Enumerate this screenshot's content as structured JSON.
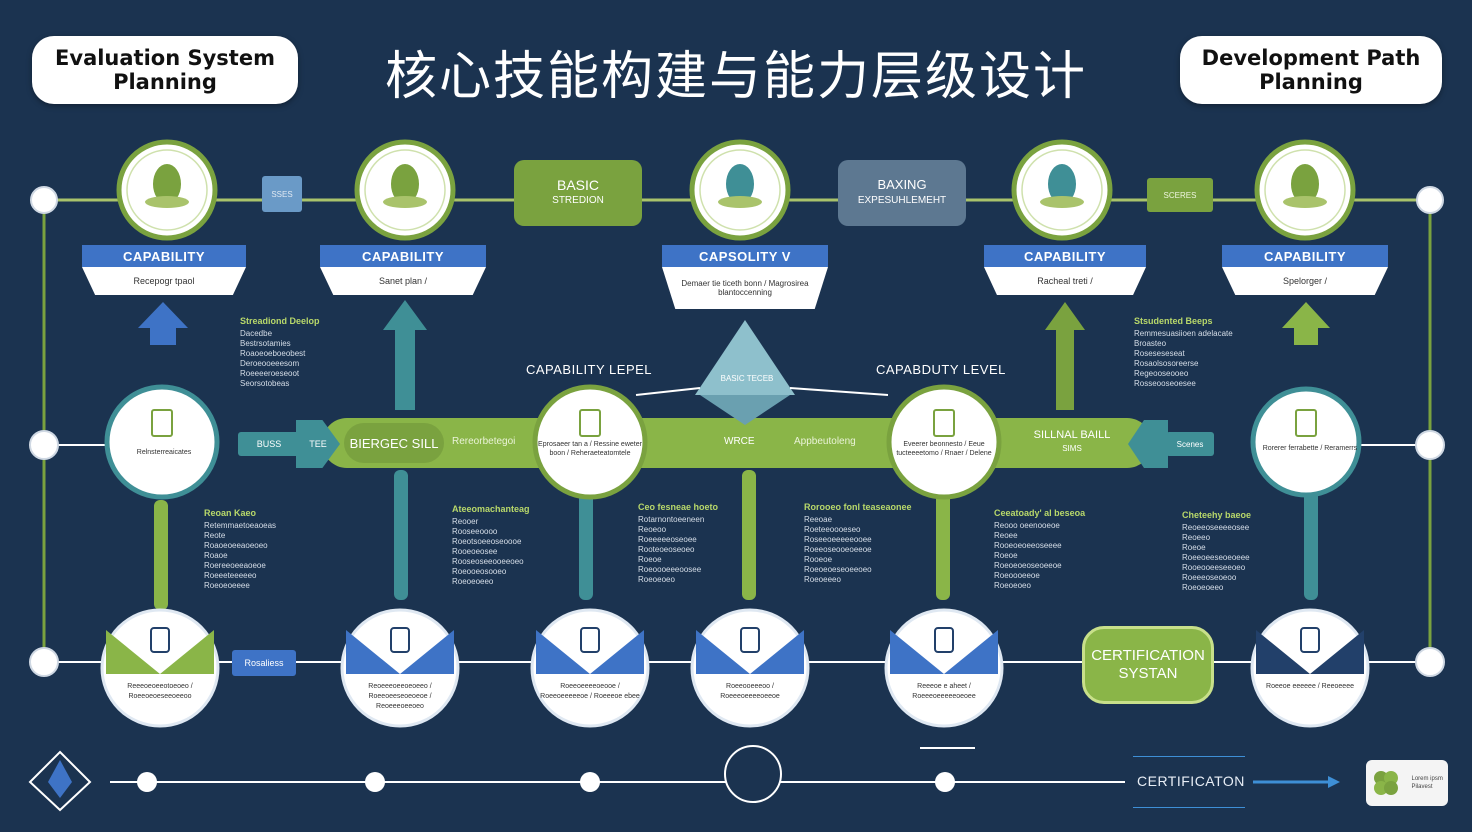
{
  "header": {
    "left_pill": [
      "Evaluation System",
      "Planning"
    ],
    "right_pill": [
      "Development Path",
      "Planning"
    ],
    "title": "核心技能构建与能力层级设计"
  },
  "top_row": {
    "chips": [
      "SSES",
      "BASIC",
      "STREDION"
    ],
    "basic_box": [
      "BASIC",
      "STREDION"
    ],
    "baxing_box": [
      "BAXING",
      "EXPESUHLEMEHT"
    ],
    "sceres_chip": "SCERES",
    "banners": [
      {
        "title": "CAPABILITY",
        "sub": "Recepogr tpaol"
      },
      {
        "title": "CAPABILITY",
        "sub": "Sanet plan /"
      },
      {
        "title": "CAPSOLITY V",
        "sub": "Demaer tie ticeth bonn / Magrosirea blantoccenning"
      },
      {
        "title": "CAPABILITY",
        "sub": "Racheal treti /"
      },
      {
        "title": "CAPABILITY",
        "sub": "Spelorger /"
      }
    ]
  },
  "middle": {
    "left_level_label": "CAPABILITY LEPEL",
    "right_level_label": "CAPABDUTY LEVEL",
    "triangle_label": "BASIC TECEB",
    "bar_left": "BIERGEC SILL",
    "bar_mid_left": "Rereorbetegoi",
    "bar_mid": "WRCE",
    "bar_mid_right": "Appbeutoleng",
    "bar_right": [
      "SILLNAL BAILL",
      "SIMS"
    ],
    "left_chip": "BUSS",
    "left_chip2": "TEE",
    "right_chip": "Scenes",
    "node_left": "Relnsterreaicates",
    "node_c1": "Eprosaeer tan a / Ressine eweter boon / Reheraeteatomtele",
    "node_c2": "Eveerer beonnesto / Eeue tucteeeetomo / Rnaer / Delene",
    "node_right": "Rorerer ferrabette / Reramerrs"
  },
  "notes": [
    {
      "h": "Streadiond Deelop",
      "lines": [
        "Dacedbe",
        "Bestrsotamies",
        "Roaoeoeboeobest",
        "Deroeooeeesom",
        "Roeeeeroeseoot",
        "Seorsotobeas"
      ]
    },
    {
      "h": "Stsudented Beeps",
      "lines": [
        "Remmesuasiioen adelacate",
        "Broasteo",
        "Roseseseseat",
        "Rosaolsosoreerse",
        "Regeooseooeo",
        "Rosseooseoesee"
      ]
    },
    {
      "h": "Reoan Kaeo",
      "lines": [
        "Retemmaetoeaoeas",
        "Reote",
        "Roaoeoeeaoeoeo",
        "Roaoe",
        "Roereeoeeaoeoe",
        "Roeeeteeeeeo",
        "Roeoeoeeee"
      ]
    },
    {
      "h": "Ateeomachanteag",
      "lines": [
        "Reooer",
        "Rooseeoooo",
        "Roeotsoeeoseoooe",
        "Rooeoeosee",
        "Rooseoseeooeeoeo",
        "Roeooeosooeo",
        "Roeoeoeeo"
      ]
    },
    {
      "h": "Ceo fesneae hoeto",
      "lines": [
        "Rotarnontoeeneen",
        "Reoeoo",
        "Roeeeeeoseoee",
        "Rooteoeoseoeo",
        "Roeoe",
        "Roeoooeeeoosee",
        "Roeoeoeo"
      ]
    },
    {
      "h": "Rorooeo fonl teaseaonee",
      "lines": [
        "Reeoae",
        "Roeteeoooeseo",
        "Roseeoeeeeeooee",
        "Roeeoseooeoeeoe",
        "Rooeoe",
        "Roeoeoeseoeeoeo",
        "Roeoeeeo"
      ]
    },
    {
      "h": "Ceeatoady' al beseoa",
      "lines": [
        "Reooo oeenooeoe",
        "Reoee",
        "Rooeoeoeeoseeee",
        "Roeoe",
        "Roeoeoeoseoeeoe",
        "Roeoooeeoe",
        "Roeoeoeo"
      ]
    },
    {
      "h": "Cheteehy baeoe",
      "lines": [
        "Reoeeoseeeeosee",
        "Reoeeo",
        "Roeoe",
        "Roeeoeeseoeoeee",
        "Rooeooeeseeoeo",
        "Roeeeoseoeoo",
        "Roeoeoeeo"
      ]
    }
  ],
  "bottom_row": {
    "chip": "Rosaliess",
    "nodes": [
      "Reeeoeoeeotoeoeo / Roeeoeoeseeoeeoo",
      "Reoeeeoeeoeoeeo / Roeeoeeseoeoeoe / Reoeeeoeeoeo",
      "Roeeoeeeeoeooe / Roeeoeeeeeoe / Roeeeoe ebee",
      "Roeeooeeeoo / Roeeeoeeeeoeeoe",
      "Reeeoe e aheet / Roeeeoeeeeeoeoee",
      "Roeeoe eeeeee / Reeoeeee"
    ],
    "cert_system": [
      "CERTIFICATION",
      "SYSTAN"
    ]
  },
  "footer": {
    "certification": "CERTIFICATON",
    "logo_text": [
      "Lorem ipsm",
      "Pilavest"
    ]
  },
  "colors": {
    "background": "#1b3350",
    "green": "#7aa23f",
    "blue": "#3e73c6",
    "slate": "#5d7891",
    "teal": "#3f8f96",
    "white": "#ffffff"
  }
}
